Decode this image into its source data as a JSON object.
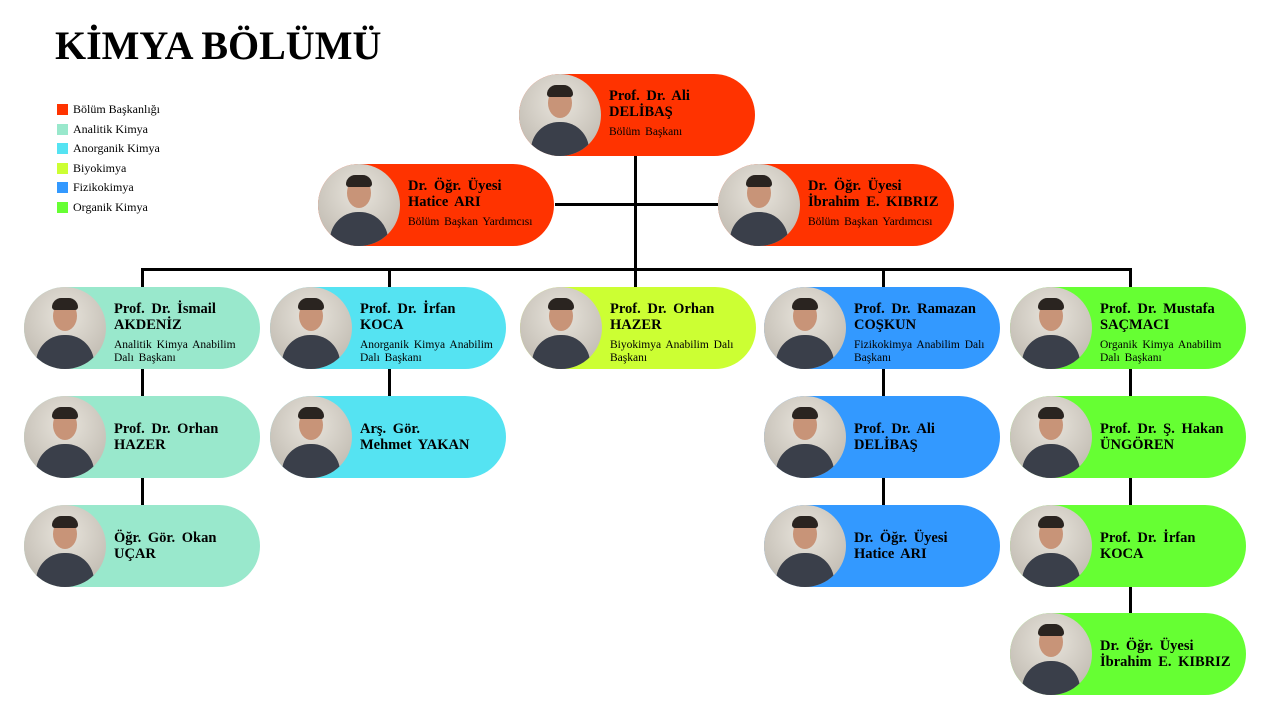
{
  "title": "KİMYA BÖLÜMÜ",
  "legend": [
    {
      "label": "Bölüm Başkanlığı",
      "color": "#FF3300"
    },
    {
      "label": "Analitik Kimya",
      "color": "#99E8CC"
    },
    {
      "label": "Anorganik Kimya",
      "color": "#55E3F2"
    },
    {
      "label": "Biyokimya",
      "color": "#CCFF33"
    },
    {
      "label": "Fizikokimya",
      "color": "#3399FF"
    },
    {
      "label": "Organik Kimya",
      "color": "#66FF33"
    }
  ],
  "nodes": [
    {
      "name1": "Prof. Dr. Ali",
      "name2": "DELİBAŞ",
      "role": "Bölüm Başkanı",
      "color": "#FF3300"
    },
    {
      "name1": "Dr. Öğr. Üyesi",
      "name2": "Hatice ARI",
      "role": "Bölüm Başkan Yardımcısı",
      "color": "#FF3300"
    },
    {
      "name1": "Dr. Öğr. Üyesi",
      "name2": "İbrahim E. KIBRIZ",
      "role": "Bölüm Başkan Yardımcısı",
      "color": "#FF3300"
    },
    {
      "name1": "Prof. Dr. İsmail",
      "name2": "AKDENİZ",
      "role": "Analitik Kimya Anabilim Dalı Başkanı",
      "color": "#99E8CC"
    },
    {
      "name1": "Prof. Dr. İrfan",
      "name2": "KOCA",
      "role": "Anorganik Kimya Anabilim Dalı Başkanı",
      "color": "#55E3F2"
    },
    {
      "name1": "Prof. Dr. Orhan",
      "name2": "HAZER",
      "role": "Biyokimya Anabilim Dalı Başkanı",
      "color": "#CCFF33"
    },
    {
      "name1": "Prof. Dr. Ramazan",
      "name2": "COŞKUN",
      "role": "Fizikokimya Anabilim Dalı Başkanı",
      "color": "#3399FF"
    },
    {
      "name1": "Prof. Dr. Mustafa",
      "name2": "SAÇMACI",
      "role": "Organik Kimya Anabilim Dalı Başkanı",
      "color": "#66FF33"
    },
    {
      "name1": "Prof. Dr. Orhan",
      "name2": "HAZER",
      "role": "",
      "color": "#99E8CC"
    },
    {
      "name1": "Arş. Gör.",
      "name2": "Mehmet YAKAN",
      "role": "",
      "color": "#55E3F2"
    },
    {
      "name1": "Prof. Dr. Ali",
      "name2": "DELİBAŞ",
      "role": "",
      "color": "#3399FF"
    },
    {
      "name1": "Prof. Dr. Ş. Hakan",
      "name2": "ÜNGÖREN",
      "role": "",
      "color": "#66FF33"
    },
    {
      "name1": "Öğr. Gör. Okan",
      "name2": "UÇAR",
      "role": "",
      "color": "#99E8CC"
    },
    {
      "name1": "Dr. Öğr. Üyesi",
      "name2": "Hatice ARI",
      "role": "",
      "color": "#3399FF"
    },
    {
      "name1": "Prof. Dr. İrfan",
      "name2": "KOCA",
      "role": "",
      "color": "#66FF33"
    },
    {
      "name1": "Dr. Öğr. Üyesi",
      "name2": "İbrahim E. KIBRIZ",
      "role": "",
      "color": "#66FF33"
    }
  ]
}
